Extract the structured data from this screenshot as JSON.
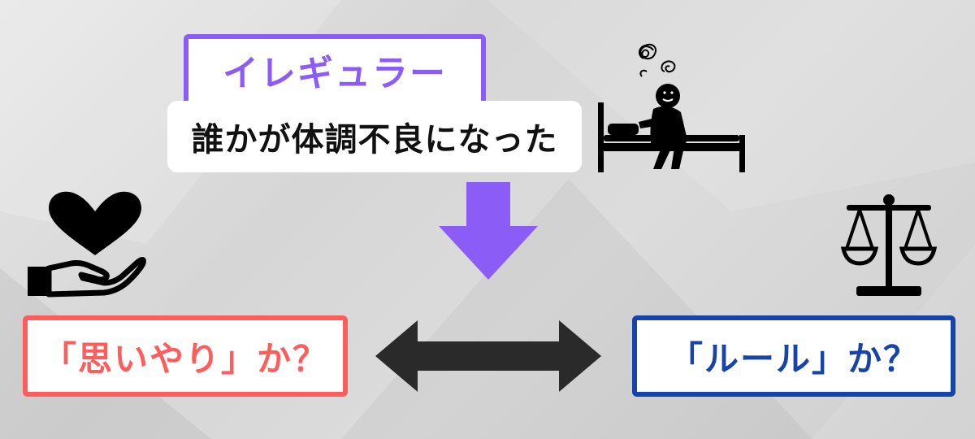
{
  "colors": {
    "irregular_accent": "#8b5cf6",
    "compassion_accent": "#ff5c5c",
    "rule_accent": "#1744a8",
    "down_arrow": "#8b5cf6",
    "double_arrow": "#2a2a2a",
    "icon": "#000000"
  },
  "irregular": {
    "label": "イレギュラー",
    "event": "誰かが体調不良になった"
  },
  "choices": {
    "compassion": "「思いやり」か？",
    "rule": "「ルール」か？"
  },
  "icons": {
    "sick_person": "sick-person-on-bed-icon",
    "heart_hand": "heart-in-hand-icon",
    "scales": "balance-scale-icon",
    "down_arrow": "down-arrow-icon",
    "double_arrow": "double-headed-arrow-icon"
  }
}
